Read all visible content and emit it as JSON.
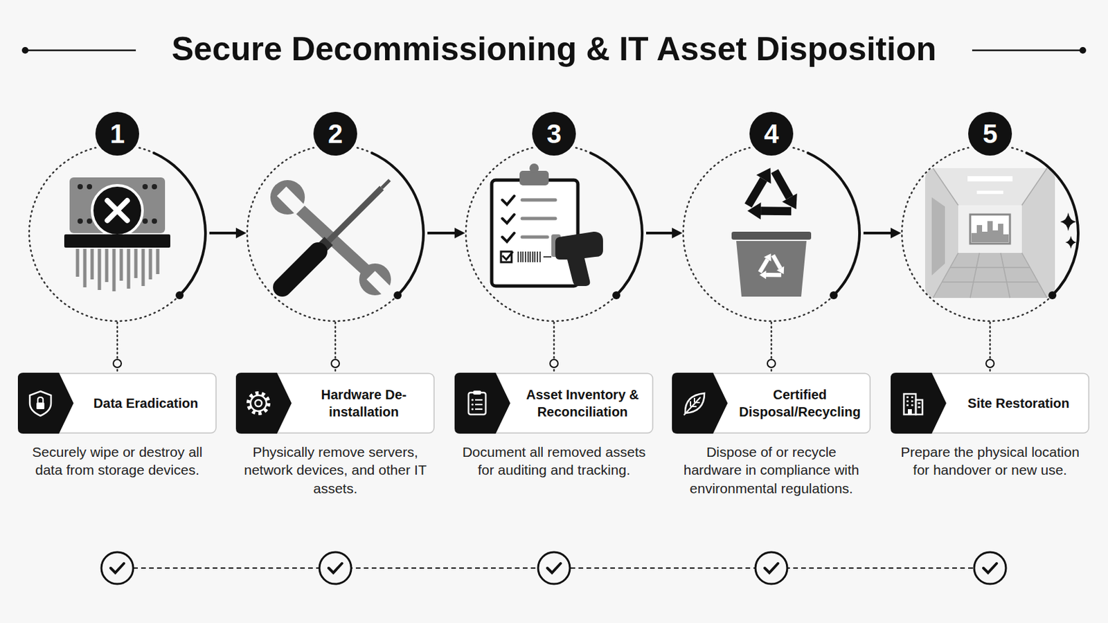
{
  "diagram": {
    "title": "Secure Decommissioning & IT Asset Disposition",
    "nodes": [
      {
        "text": [
          "1"
        ]
      },
      {
        "text": [
          "2"
        ]
      },
      {
        "text": [
          "3"
        ]
      },
      {
        "text": [
          "4"
        ]
      },
      {
        "text": [
          "5"
        ]
      },
      {
        "text": [
          "Data Eradication",
          "Securely wipe or destroy all data from storage devices."
        ]
      },
      {
        "text": [
          "Hardware De-installation",
          "Physically remove servers, network devices, and other IT assets."
        ]
      },
      {
        "text": [
          "Asset Inventory & Reconciliation",
          "Document all removed assets for auditing and tracking."
        ]
      },
      {
        "text": [
          "Certified Disposal/Recycling",
          "Dispose of or recycle hardware in compliance with environmental regulations."
        ]
      },
      {
        "text": [
          "Site Restoration",
          "Prepare the physical location for handover or new use."
        ]
      }
    ],
    "edges": [
      {
        "from": 0,
        "to": 1,
        "arrow": "to"
      },
      {
        "from": 1,
        "to": 2,
        "arrow": "to"
      },
      {
        "from": 2,
        "to": 3,
        "arrow": "to"
      },
      {
        "from": 3,
        "to": 4,
        "arrow": "to"
      },
      {
        "from": 0,
        "to": 5,
        "arrow": "none"
      },
      {
        "from": 1,
        "to": 6,
        "arrow": "none"
      },
      {
        "from": 2,
        "to": 7,
        "arrow": "none"
      },
      {
        "from": 3,
        "to": 8,
        "arrow": "none"
      },
      {
        "from": 4,
        "to": 9,
        "arrow": "none"
      }
    ]
  }
}
